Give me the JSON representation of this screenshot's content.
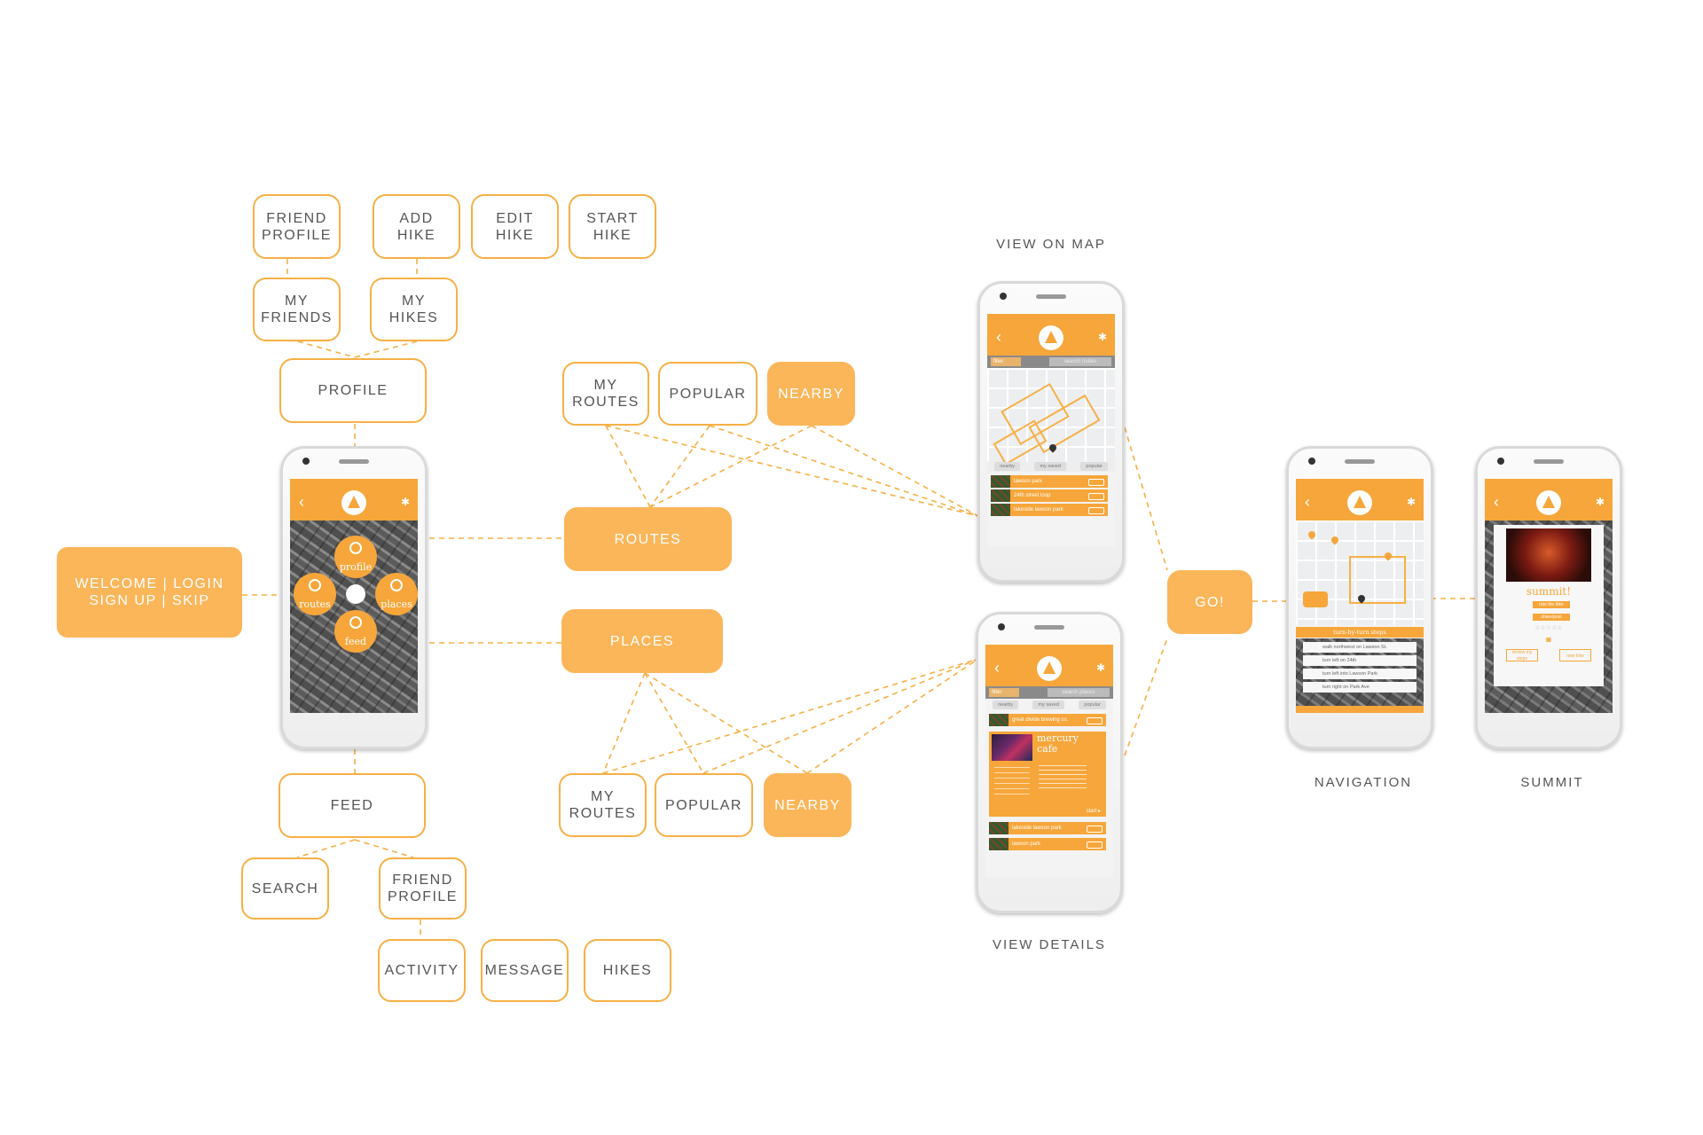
{
  "colors": {
    "accent": "#fbb65a",
    "accent_dark": "#f6a63a",
    "line": "#f6b046",
    "text": "#555555"
  },
  "nodes": {
    "friend_profile_top": "FRIEND\nPROFILE",
    "add_hike": "ADD\nHIKE",
    "edit_hike": "EDIT\nHIKE",
    "start_hike": "START\nHIKE",
    "my_friends": "MY\nFRIENDS",
    "my_hikes": "MY\nHIKES",
    "profile": "PROFILE",
    "welcome": "WELCOME | LOGIN\nSIGN UP | SKIP",
    "routes": "ROUTES",
    "places": "PLACES",
    "my_routes_top": "MY ROUTES",
    "popular_top": "POPULAR",
    "nearby_top": "NEARBY",
    "my_routes_bottom": "MY ROUTES",
    "popular_bottom": "POPULAR",
    "nearby_bottom": "NEARBY",
    "feed": "FEED",
    "search": "SEARCH",
    "friend_profile_bottom": "FRIEND\nPROFILE",
    "activity": "ACTIVITY",
    "message": "MESSAGE",
    "hikes": "HIKES",
    "go": "GO!"
  },
  "captions": {
    "view_on_map": "VIEW ON MAP",
    "view_details": "VIEW DETAILS",
    "navigation": "NAVIGATION",
    "summit": "SUMMIT"
  },
  "home_screen": {
    "wheel_profile": "profile",
    "wheel_routes": "routes",
    "wheel_places": "places",
    "wheel_feed": "feed"
  },
  "map_screen": {
    "filter": "filter",
    "search": "search routes",
    "tabs": [
      "nearby",
      "my saved",
      "popular"
    ],
    "rows": [
      "lawson park",
      "24th street loop",
      "lakeside lawson park"
    ]
  },
  "details_screen": {
    "filter": "filter",
    "search": "search places",
    "tabs": [
      "nearby",
      "my saved",
      "popular"
    ],
    "top_row": "great divide brewing co.",
    "feature_title": "mercury cafe",
    "start": "start",
    "rows": [
      "lakeside lawson park",
      "lawson park"
    ]
  },
  "nav_screen": {
    "banner": "turn-by-turn steps",
    "steps": [
      "walk northwest on Lawson St.",
      "turn left on 24th",
      "turn left into Lawson Park",
      "turn right on Park Ave"
    ]
  },
  "summit_screen": {
    "title": "summit!",
    "btn1": "rate the hike",
    "btn2": "share/post",
    "btn3": "review my steps",
    "btn4": "new hike"
  }
}
